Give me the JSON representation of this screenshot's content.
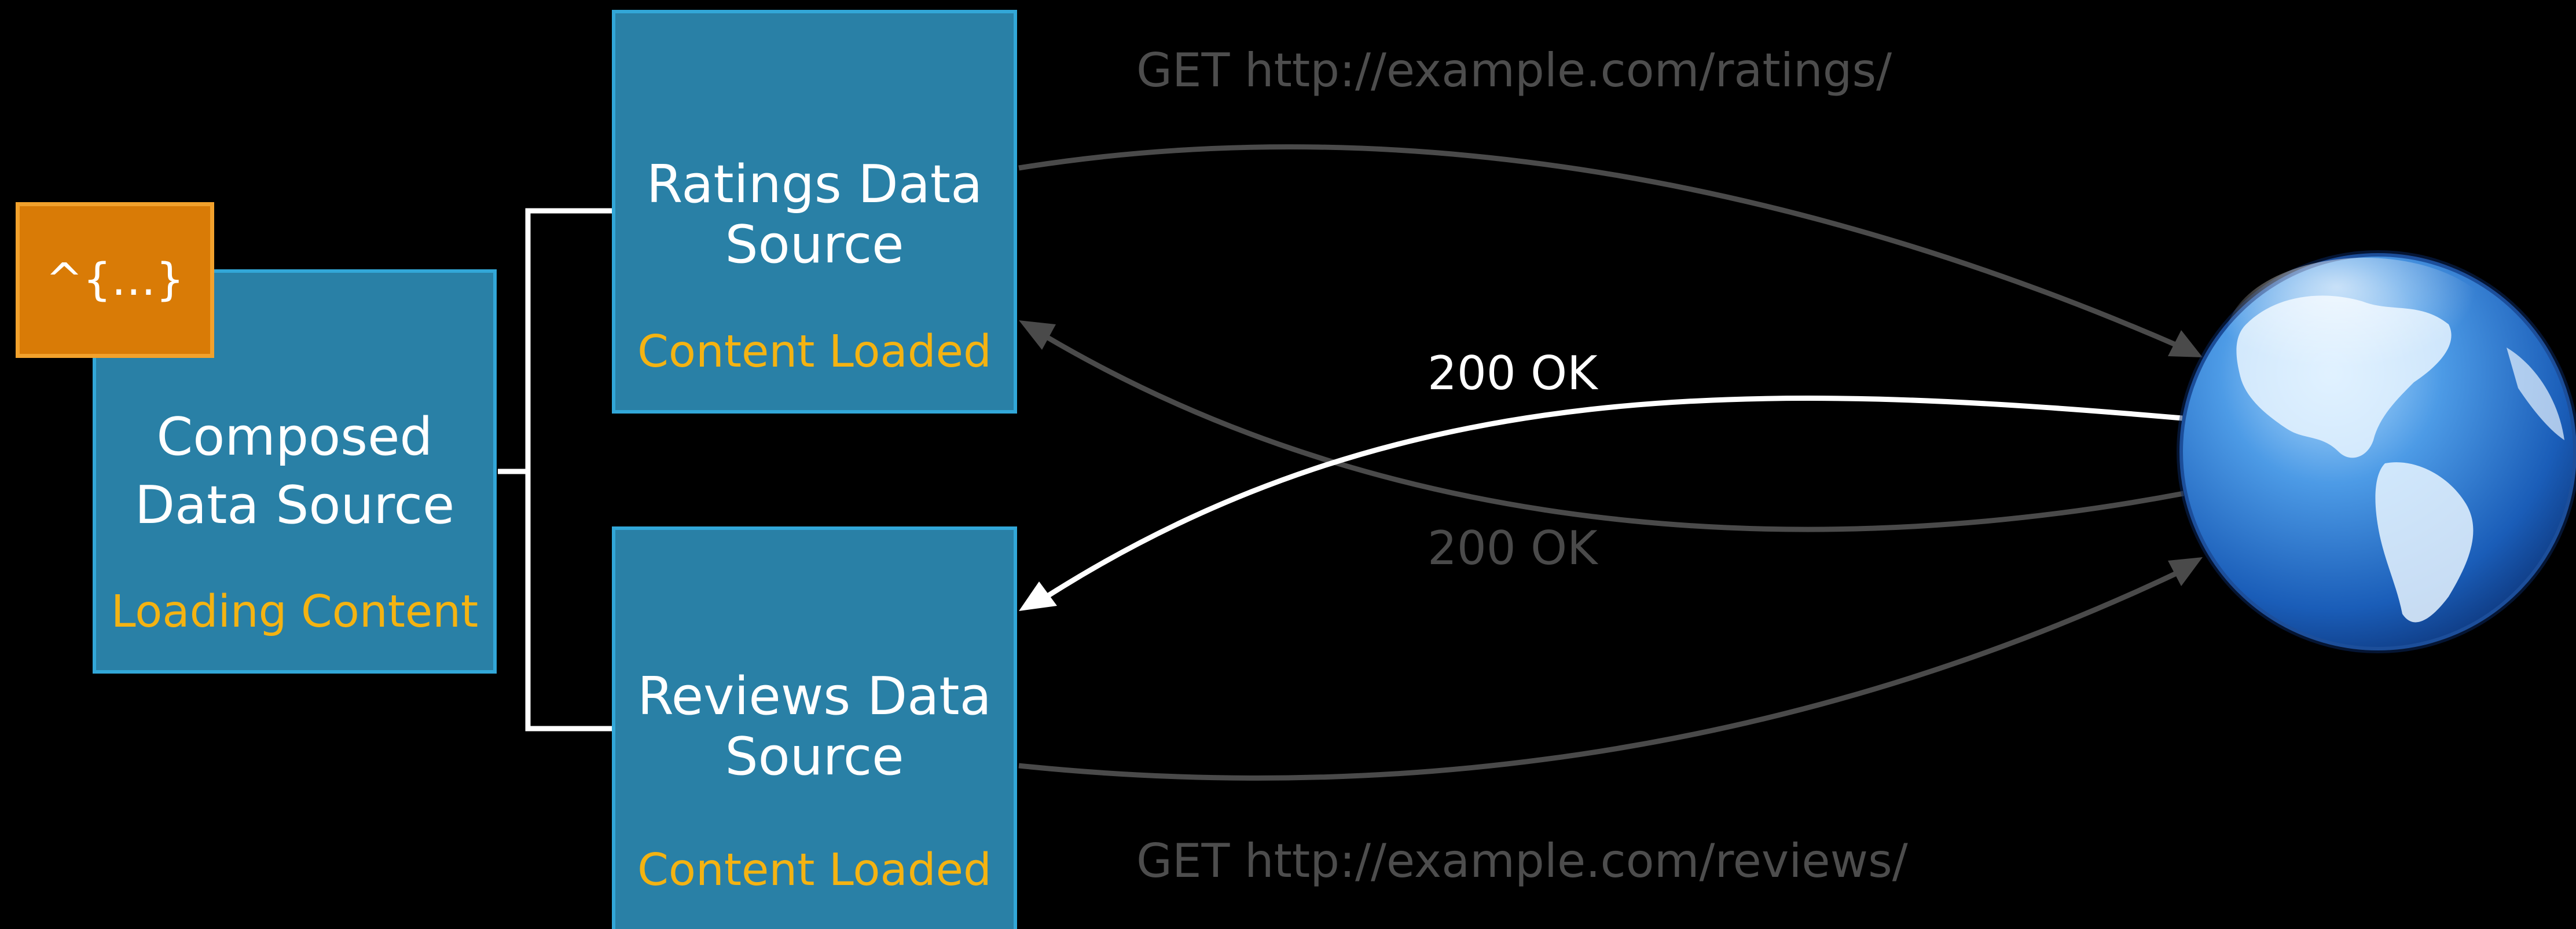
{
  "composed": {
    "title": [
      "Composed",
      "Data Source"
    ],
    "status": "Loading Content"
  },
  "block": {
    "label": "^{…}"
  },
  "ratings": {
    "title": [
      "Ratings Data",
      "Source"
    ],
    "status": "Content Loaded"
  },
  "reviews": {
    "title": [
      "Reviews Data",
      "Source"
    ],
    "status": "Content Loaded"
  },
  "requests": {
    "ratings_url": "GET http://example.com/ratings/",
    "reviews_url": "GET http://example.com/reviews/",
    "response_active": "200 OK",
    "response_dim": "200 OK"
  },
  "globe": {
    "icon": "globe-icon"
  },
  "colors": {
    "background": "#000000",
    "box_fill": "#2980a6",
    "box_border": "#32a7d8",
    "status_text": "#f4b312",
    "block_fill": "#d97b06",
    "connector": "#ffffff",
    "dim_arrow": "#4a4a4a"
  }
}
